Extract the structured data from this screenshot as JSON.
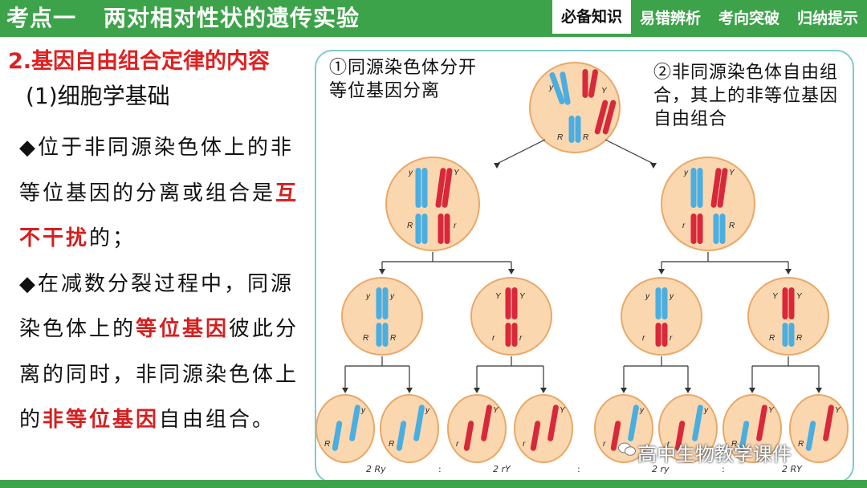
{
  "header": {
    "section": "考点一",
    "title": "两对相对性状的遗传实验",
    "tabs": [
      {
        "label": "必备知识",
        "active": true
      },
      {
        "label": "易错辨析",
        "active": false
      },
      {
        "label": "考向突破",
        "active": false
      },
      {
        "label": "归纳提示",
        "active": false
      }
    ]
  },
  "content": {
    "heading": "2.基因自由组合定律的内容",
    "subheading": "(1)细胞学基础",
    "bullet1": {
      "marker": "◆",
      "pre": "位于非同源染色体上的非等位基因的分离或组合是",
      "highlight": "互不干扰",
      "post": "的；"
    },
    "bullet2": {
      "marker": "◆",
      "pre": "在减数分裂过程中，同源染色体上的",
      "highlight1": "等位基因",
      "mid": "彼此分离的同时，非同源染色体上的",
      "highlight2": "非等位基因",
      "post": "自由组合。"
    }
  },
  "diagram": {
    "note1": "①同源染色体分开等位基因分离",
    "note2": "②非同源染色体自由组合，其上的非等位基因自由组合",
    "gene_labels": {
      "y": "y",
      "Y": "Y",
      "R": "R",
      "r": "r"
    },
    "ratios": [
      "2 Ry",
      "2 rY",
      "2 ry",
      "2 RY"
    ],
    "colon": ":",
    "colors": {
      "blue": "#4aaee0",
      "red": "#d8283a",
      "cell": "#fbd7b0",
      "cell_edge": "#eaa868"
    }
  },
  "watermark": "高中生物教学课件",
  "theme": {
    "green": "#3da34a",
    "red_text": "#e02020"
  }
}
